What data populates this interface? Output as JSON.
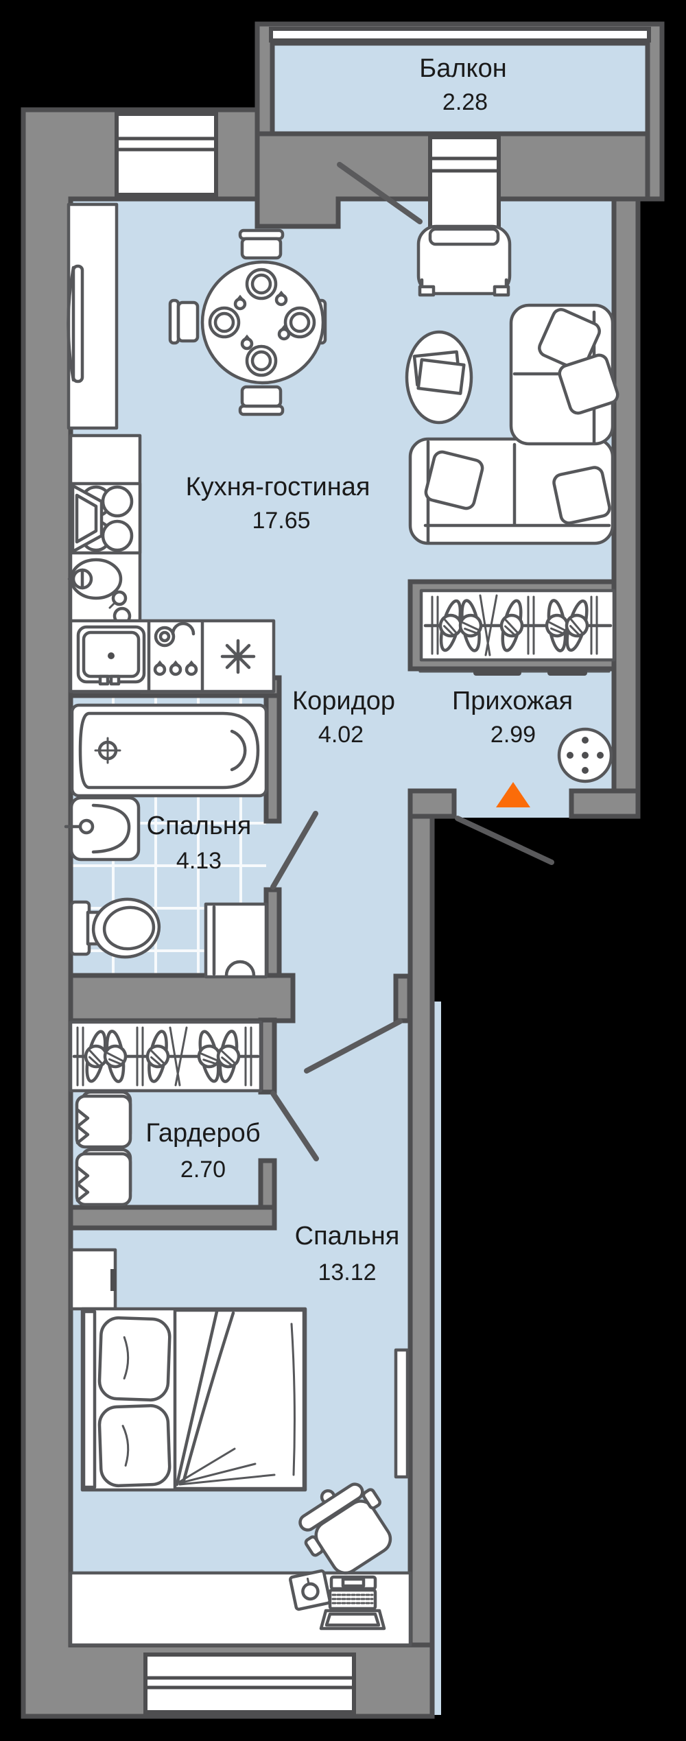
{
  "rooms": {
    "balcony": {
      "name": "Балкон",
      "area": "2.28"
    },
    "kitchen_living": {
      "name": "Кухня-гостиная",
      "area": "17.65"
    },
    "corridor": {
      "name": "Коридор",
      "area": "4.02"
    },
    "hallway": {
      "name": "Прихожая",
      "area": "2.99"
    },
    "bathroom": {
      "name": "Спальня",
      "area": "4.13"
    },
    "wardrobe": {
      "name": "Гардероб",
      "area": "2.70"
    },
    "bedroom": {
      "name": "Спальня",
      "area": "13.12"
    }
  },
  "colors": {
    "background": "#000000",
    "floor": "#c9dceb",
    "wall": "#8b8b8b",
    "wall_outline": "#4e4e50",
    "furniture_stroke": "#56575a",
    "entrance_marker": "#fb6c09",
    "text": "#1a1a1a"
  },
  "icons": [
    "dining-table-icon",
    "chair-icon",
    "armchair-icon",
    "coffee-table-icon",
    "corner-sofa-icon",
    "pillow-icon",
    "stove-icon",
    "hood-icon",
    "kitchen-sink-icon",
    "counter-icon",
    "fridge-icon",
    "tall-cabinet-icon",
    "hanger-wardrobe-icon",
    "pouf-icon",
    "entrance-triangle-icon",
    "bathtub-icon",
    "washbasin-icon",
    "toilet-icon",
    "washing-machine-icon",
    "shelf-icon",
    "bed-icon",
    "nightstand-icon",
    "mirror-icon",
    "desk-icon",
    "laptop-icon",
    "mousepad-icon",
    "desk-chair-icon"
  ]
}
